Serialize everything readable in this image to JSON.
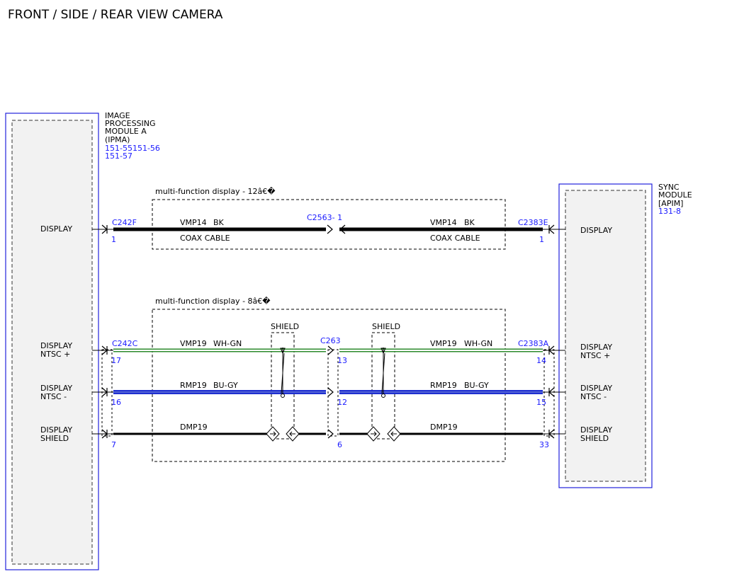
{
  "title": "FRONT / SIDE / REAR VIEW CAMERA",
  "colors": {
    "module_outline": "#2222dd",
    "module_fill": "#f2f2f2",
    "blue_text": "#1a1aff",
    "wire_bk": "#000000",
    "wire_bu_gy": "#1f2fd0",
    "wire_wh_gn": "#2e8b2e"
  },
  "left_module": {
    "name_lines": [
      "IMAGE",
      "PROCESSING",
      "MODULE A",
      "(IPMA)"
    ],
    "ref_lines": [
      "151-55151-56",
      "151-57"
    ],
    "pins": {
      "display": "DISPLAY",
      "ntsc_plus": [
        "DISPLAY",
        "NTSC +"
      ],
      "ntsc_minus": [
        "DISPLAY",
        "NTSC -"
      ],
      "shield": [
        "DISPLAY",
        "SHIELD"
      ]
    }
  },
  "right_module": {
    "name_lines": [
      "SYNC",
      "MODULE",
      "[APIM]"
    ],
    "ref_lines": [
      "131-8"
    ],
    "pins": {
      "display": "DISPLAY",
      "ntsc_plus": [
        "DISPLAY",
        "NTSC +"
      ],
      "ntsc_minus": [
        "DISPLAY",
        "NTSC -"
      ],
      "shield": [
        "DISPLAY",
        "SHIELD"
      ]
    }
  },
  "harness_top": {
    "label": "multi-function display - 12â€�",
    "connectors": {
      "left": "C242F",
      "middle": "C2563- 1",
      "right": "C2383E"
    },
    "pin_left": "1",
    "pin_right": "1",
    "left_wire": {
      "circuit": "VMP14",
      "color": "BK",
      "note": "COAX CABLE"
    },
    "right_wire": {
      "circuit": "VMP14",
      "color": "BK",
      "note": "COAX CABLE"
    }
  },
  "harness_bottom": {
    "label": "multi-function display - 8â€�",
    "shield_label": "SHIELD",
    "connectors": {
      "left": "C242C",
      "middle": "C263",
      "right": "C2383A"
    },
    "left_pins": [
      "17",
      "16",
      "7"
    ],
    "middle_pins": [
      "13",
      "12",
      "6"
    ],
    "right_pins": [
      "14",
      "15",
      "33"
    ],
    "wires_left": [
      {
        "circuit": "VMP19",
        "color": "WH-GN"
      },
      {
        "circuit": "RMP19",
        "color": "BU-GY"
      },
      {
        "circuit": "DMP19",
        "color": ""
      }
    ],
    "wires_right": [
      {
        "circuit": "VMP19",
        "color": "WH-GN"
      },
      {
        "circuit": "RMP19",
        "color": "BU-GY"
      },
      {
        "circuit": "DMP19",
        "color": ""
      }
    ]
  }
}
